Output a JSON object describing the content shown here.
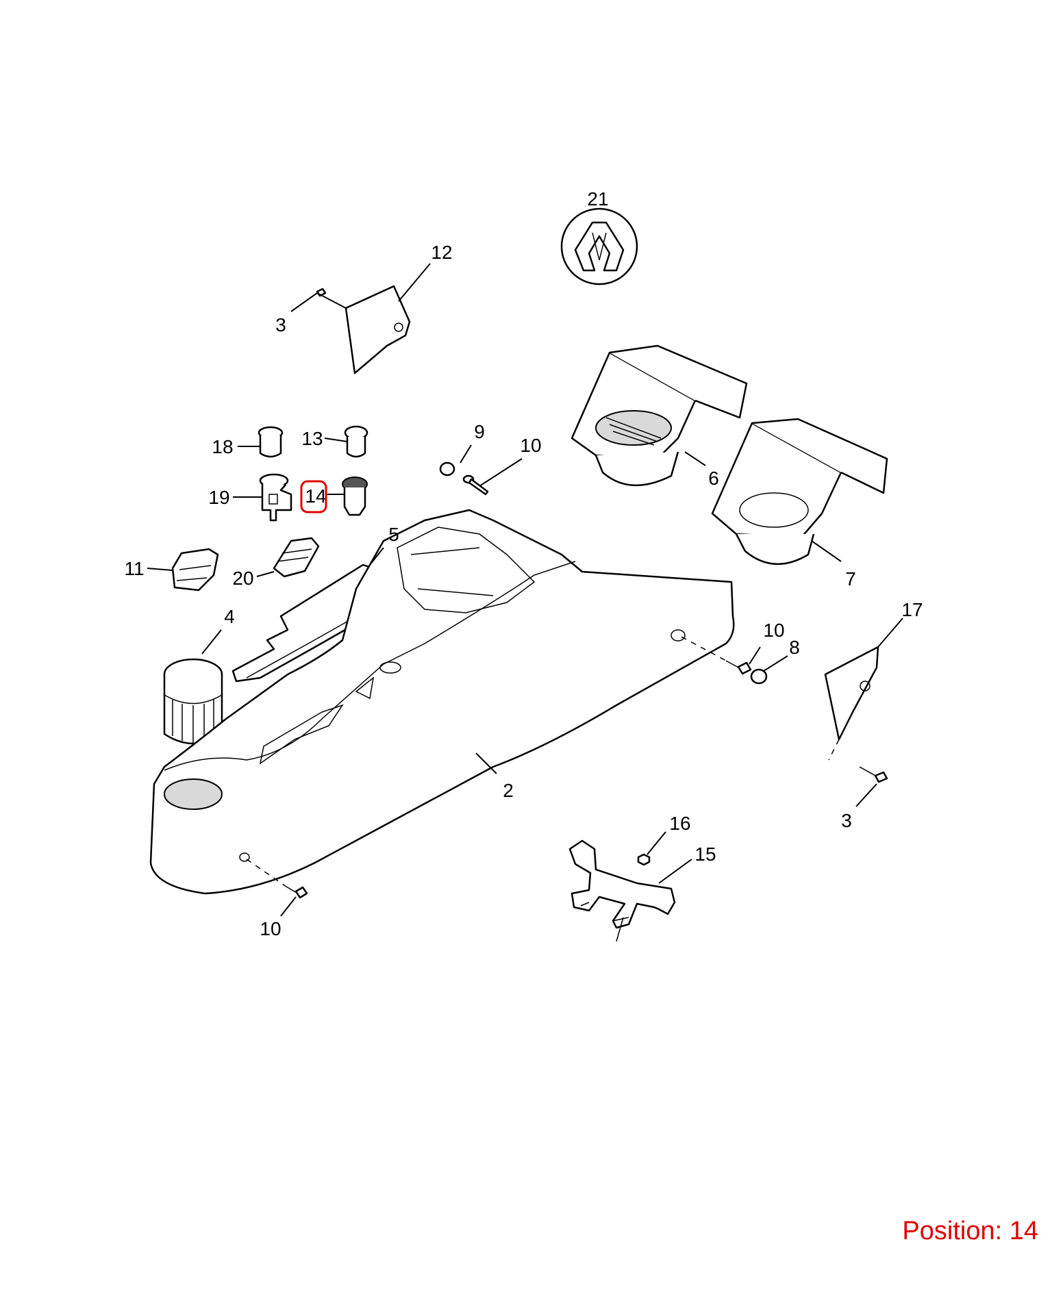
{
  "callouts": {
    "c21": "21",
    "c12": "12",
    "c3a": "3",
    "c18": "18",
    "c13": "13",
    "c19": "19",
    "c14": "14",
    "c9": "9",
    "c10a": "10",
    "c6": "6",
    "c7": "7",
    "c5": "5",
    "c11": "11",
    "c20": "20",
    "c4": "4",
    "c17": "17",
    "c10b": "10",
    "c8": "8",
    "c2": "2",
    "c3b": "3",
    "c16": "16",
    "c15": "15",
    "c10c": "10"
  },
  "highlighted_callout": "14",
  "highlight_color": "#e00000",
  "position_label": "Position: 14"
}
